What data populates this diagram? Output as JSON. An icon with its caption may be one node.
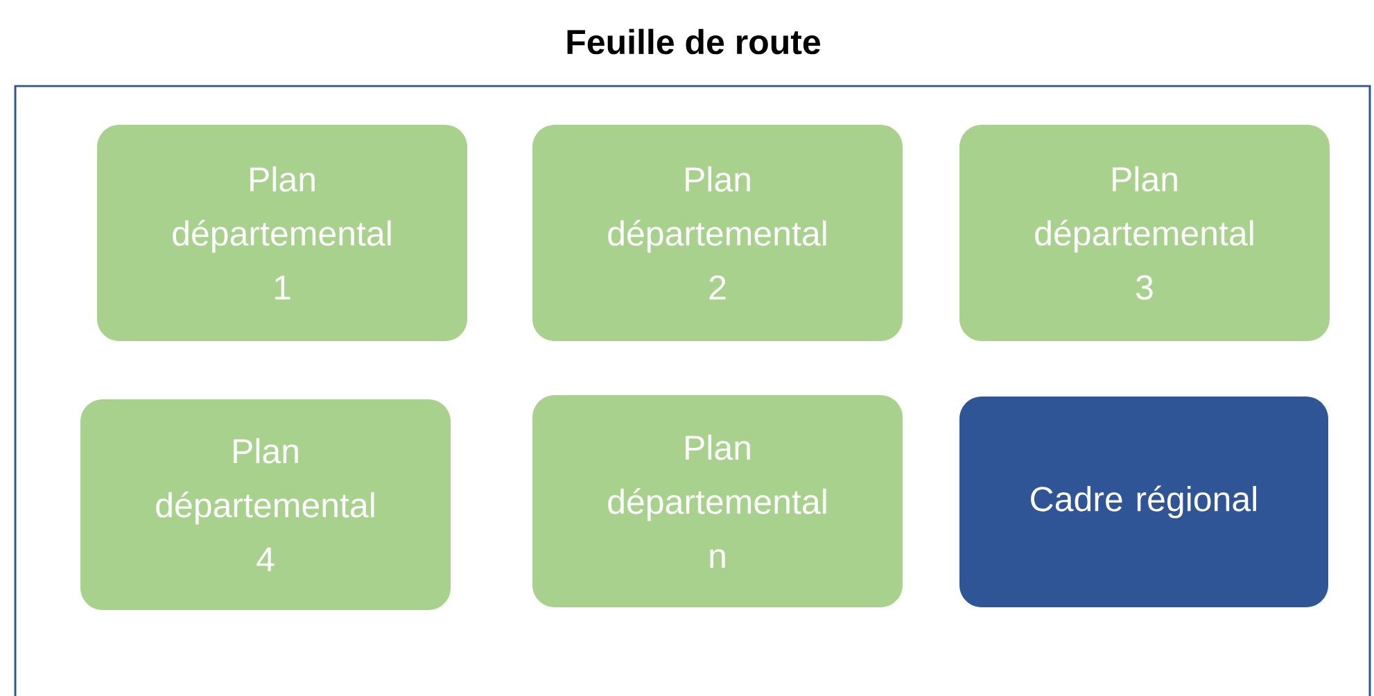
{
  "diagram": {
    "nodes": [
      {
        "text": [
          "Feuille de route"
        ]
      },
      {
        "text": [
          "Plan départemental 1"
        ],
        "in": 0
      },
      {
        "text": [
          "Plan départemental 2"
        ],
        "in": 0
      },
      {
        "text": [
          "Plan départemental 3"
        ],
        "in": 0
      },
      {
        "text": [
          "Plan départemental 4"
        ],
        "in": 0
      },
      {
        "text": [
          "Plan départemental n"
        ],
        "in": 0
      },
      {
        "text": [
          "Cadre régional"
        ],
        "in": 0
      }
    ]
  }
}
